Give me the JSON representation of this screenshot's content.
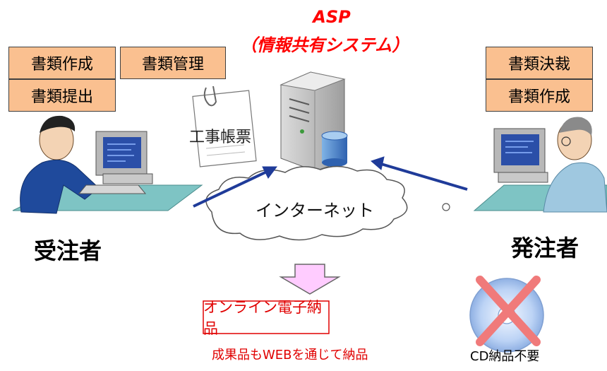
{
  "title": {
    "line1": "ASP",
    "line2": "（情報共有システム）",
    "color": "#ff0000"
  },
  "contractor": {
    "label": "受注者",
    "tasks": [
      "書類作成",
      "書類管理",
      "書類提出"
    ]
  },
  "orderer": {
    "label": "発注者",
    "tasks": [
      "書類決裁",
      "書類作成"
    ]
  },
  "document_label": "工事帳票",
  "network_label": "インターネット",
  "result": {
    "label": "オンライン電子納品",
    "note": "成果品もWEBを通じて納品",
    "label_color": "#e00000"
  },
  "cd": {
    "label": "CD納品不要"
  },
  "colors": {
    "task_box": "#fac090",
    "arrow": "#1f3b99",
    "down_arrow": "#ffccff"
  }
}
